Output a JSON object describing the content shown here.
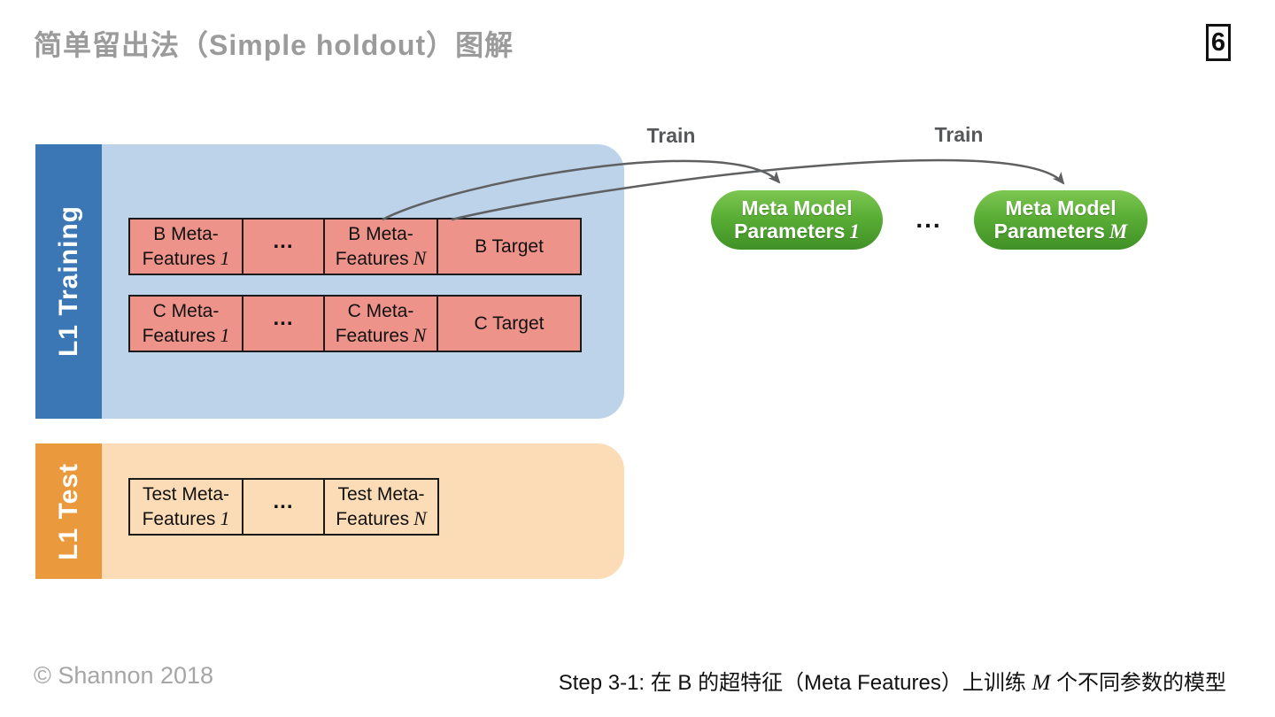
{
  "slide": {
    "title": "简单留出法（Simple holdout）图解",
    "page_number": "6"
  },
  "training": {
    "label": "L1 Training",
    "row_b": {
      "c1_line1": "B Meta-",
      "c1_line2": "Features",
      "c1_sub": "1",
      "c2_dots": "...",
      "c3_line1": "B Meta-",
      "c3_line2": "Features",
      "c3_sub": "N",
      "c4": "B Target"
    },
    "row_c": {
      "c1_line1": "C Meta-",
      "c1_line2": "Features",
      "c1_sub": "1",
      "c2_dots": "...",
      "c3_line1": "C Meta-",
      "c3_line2": "Features",
      "c3_sub": "N",
      "c4": "C Target"
    }
  },
  "test": {
    "label": "L1 Test",
    "row": {
      "c1_line1": "Test Meta-",
      "c1_line2": "Features",
      "c1_sub": "1",
      "c2_dots": "...",
      "c3_line1": "Test Meta-",
      "c3_line2": "Features",
      "c3_sub": "N"
    }
  },
  "arrows": {
    "train_label_1": "Train",
    "train_label_2": "Train"
  },
  "meta_models": {
    "pill1_line1": "Meta Model",
    "pill1_line2": "Parameters",
    "pill1_sub": "1",
    "dots": "...",
    "pill2_line1": "Meta Model",
    "pill2_line2": "Parameters",
    "pill2_sub": "M"
  },
  "footer": {
    "copyright": "© Shannon 2018",
    "step_prefix": "Step 3-1: 在 B 的超特征（Meta Features）上训练 ",
    "step_var": "M",
    "step_suffix": " 个不同参数的模型"
  },
  "colors": {
    "training_bar": "#3b76b5",
    "training_bg": "#bdd3ea",
    "test_bar": "#eb993d",
    "test_bg": "#fbdcb6",
    "cell_fill": "#ee938a",
    "pill_green_top": "#7dc653",
    "pill_green_bottom": "#3f9126",
    "arrow_gray": "#5f6062",
    "title_gray": "#9b9b9b"
  }
}
